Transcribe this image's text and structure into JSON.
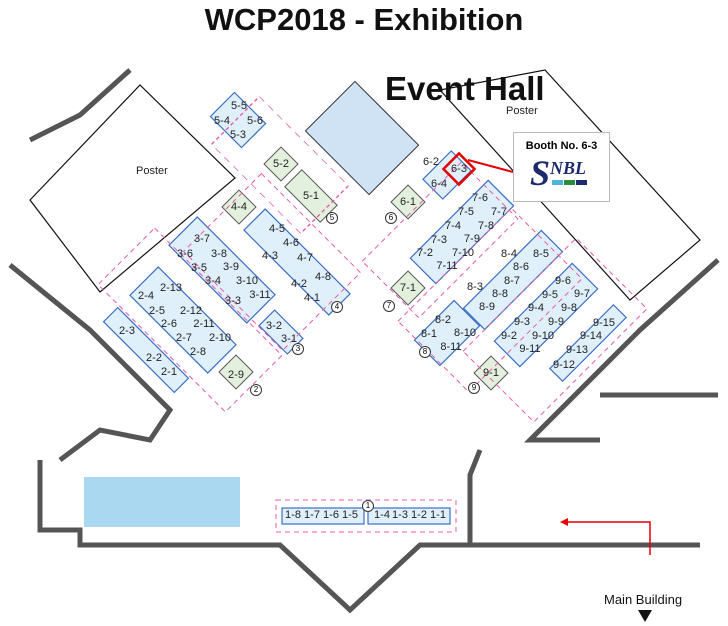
{
  "title": "WCP2018 - Exhibition",
  "hall": "Event Hall",
  "posters": [
    "Poster",
    "Poster"
  ],
  "callout": {
    "heading": "Booth No. 6-3",
    "logo": "SNBL",
    "logo_colors": [
      "#4db6d8",
      "#2e8b3e",
      "#1b2b6b"
    ]
  },
  "main_building": "Main Building",
  "colors": {
    "booth": "#dff0fb",
    "booth_line": "#3b6fc4",
    "green": "#e3f0de",
    "zone": "#e75ca3",
    "highlight": "#e60000",
    "pool": "#a9d8f0",
    "wall": "#555555"
  },
  "booths": [
    "5-5",
    "5-4",
    "5-6",
    "5-3",
    "5-2",
    "5-1",
    "4-4",
    "4-5",
    "4-6",
    "4-3",
    "4-7",
    "4-8",
    "4-2",
    "4-1",
    "3-7",
    "3-6",
    "3-8",
    "3-5",
    "3-9",
    "3-4",
    "3-10",
    "3-11",
    "3-3",
    "3-2",
    "3-1",
    "2-13",
    "2-4",
    "2-5",
    "2-12",
    "2-6",
    "2-11",
    "2-7",
    "2-10",
    "2-8",
    "2-3",
    "2-2",
    "2-1",
    "2-9",
    "6-2",
    "6-3",
    "6-4",
    "6-1",
    "7-6",
    "7-5",
    "7-7",
    "7-4",
    "7-8",
    "7-3",
    "7-9",
    "7-2",
    "7-10",
    "7-11",
    "7-1",
    "8-4",
    "8-5",
    "8-6",
    "8-3",
    "8-7",
    "8-8",
    "8-9",
    "8-2",
    "8-1",
    "8-10",
    "8-11",
    "9-6",
    "9-5",
    "9-7",
    "9-4",
    "9-8",
    "9-3",
    "9-9",
    "9-2",
    "9-10",
    "9-11",
    "9-15",
    "9-14",
    "9-13",
    "9-12",
    "9-1",
    "1-8",
    "1-7",
    "1-6",
    "1-5",
    "1-4",
    "1-3",
    "1-2",
    "1-1"
  ],
  "zones": [
    "①",
    "②",
    "③",
    "④",
    "⑤",
    "⑥",
    "⑦",
    "⑧",
    "⑨"
  ]
}
